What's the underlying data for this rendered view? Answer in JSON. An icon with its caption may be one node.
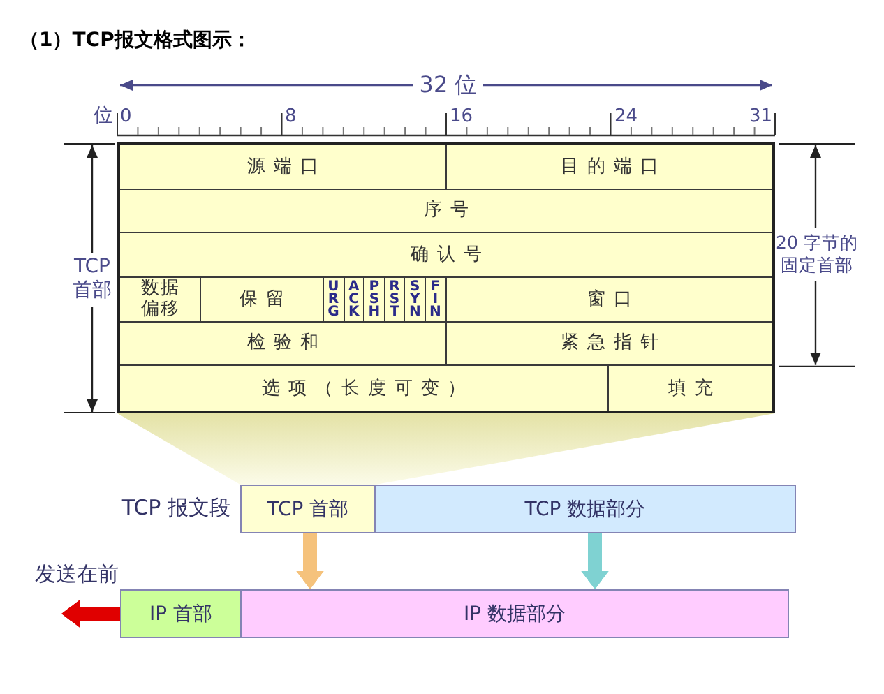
{
  "diagram": {
    "title": "（1）TCP报文格式图示：",
    "nodes": [
      {
        "text": [],
        "shape": "box"
      },
      {
        "text": [
          "源端口"
        ],
        "in": 0
      },
      {
        "text": [
          "目的端口"
        ],
        "in": 0
      },
      {
        "text": [
          "序号"
        ],
        "in": 0
      },
      {
        "text": [
          "确认号"
        ],
        "in": 0
      },
      {
        "text": [
          "数据偏移"
        ],
        "in": 0
      },
      {
        "text": [
          "保留"
        ],
        "in": 0
      },
      {
        "text": [
          "URG"
        ],
        "in": 0
      },
      {
        "text": [
          "ACK"
        ],
        "in": 0
      },
      {
        "text": [
          "PSH"
        ],
        "in": 0
      },
      {
        "text": [
          "RST"
        ],
        "in": 0
      },
      {
        "text": [
          "SYN"
        ],
        "in": 0
      },
      {
        "text": [
          "FIN"
        ],
        "in": 0
      },
      {
        "text": [
          "窗口"
        ],
        "in": 0
      },
      {
        "text": [
          "检验和"
        ],
        "in": 0
      },
      {
        "text": [
          "紧急指针"
        ],
        "in": 0
      },
      {
        "text": [
          "选项（长度可变）"
        ],
        "in": 0
      },
      {
        "text": [
          "填充"
        ],
        "in": 0
      },
      {
        "text": [
          "TCP 首部"
        ]
      },
      {
        "text": [
          "TCP 数据部分"
        ]
      },
      {
        "text": [
          "IP 首部"
        ]
      },
      {
        "text": [
          "IP 数据部分"
        ]
      }
    ],
    "edges": [
      {
        "from": 18,
        "to": 21,
        "arrow": "to",
        "color": "#f5c27c"
      },
      {
        "from": 19,
        "to": 21,
        "arrow": "to",
        "color": "#7fd2d2"
      },
      {
        "from": 20,
        "to": null,
        "arrow": "to",
        "label": "发送在前",
        "color": "#e00000"
      }
    ],
    "labels": [
      "32 位",
      "位",
      "0",
      "8",
      "16",
      "24",
      "31",
      "TCP 首部",
      "20 字节的固定首部",
      "TCP 报文段"
    ]
  }
}
